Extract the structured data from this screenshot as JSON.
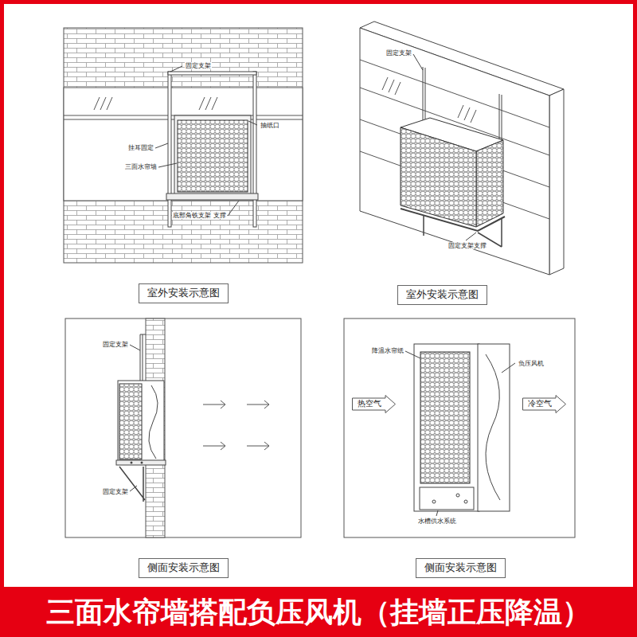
{
  "diagram": {
    "title": "三面水帘墙搭配负压风机（挂墙正压降温）",
    "nodes": [
      {
        "text": [
          "室外安装示意图"
        ]
      },
      {
        "text": [
          "室外安装示意图"
        ]
      },
      {
        "text": [
          "热空气"
        ]
      },
      {
        "text": [
          "冷空气"
        ]
      },
      {
        "text": [
          "侧面安装示意图"
        ]
      },
      {
        "text": [
          "侧面安装示意图"
        ]
      }
    ],
    "labels": [
      "固定支架",
      "挂耳固定",
      "三面水帘墙",
      "抽纸口",
      "底部角铁支架 支撑",
      "固定支架",
      "固定支架支撑",
      "固定支架",
      "固定支架",
      "降温水帘纸",
      "负压风机",
      "水槽供水系统"
    ]
  }
}
